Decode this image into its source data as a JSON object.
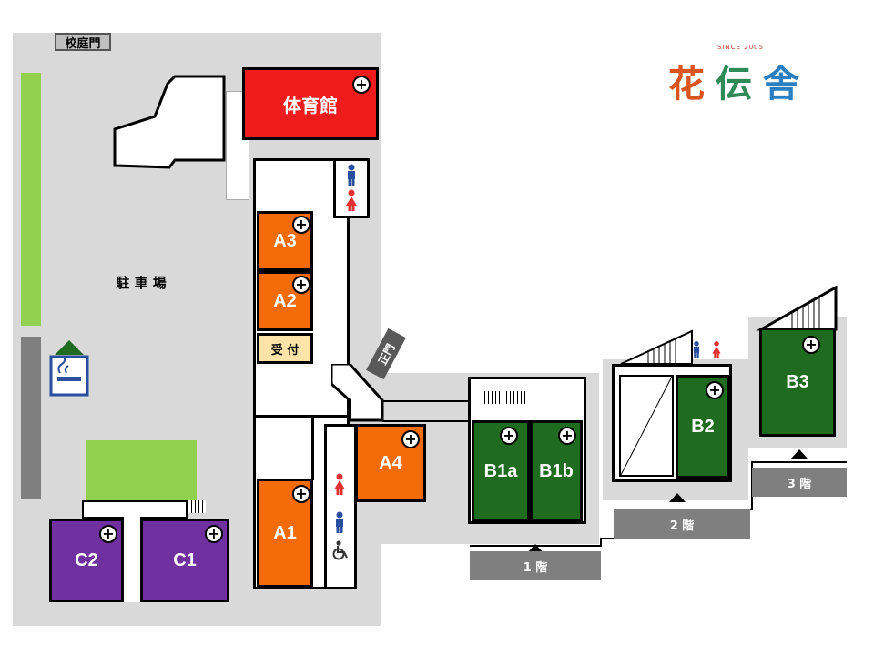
{
  "map": {
    "school_gate": "校庭門",
    "parking": "駐 車 場",
    "main_gate": "正門",
    "reception": "受 付",
    "gym": "体育館",
    "rooms": {
      "A1": "A1",
      "A2": "A2",
      "A3": "A3",
      "A4": "A4",
      "B1a": "B1a",
      "B1b": "B1b",
      "B2": "B2",
      "B3": "B3",
      "C1": "C1",
      "C2": "C2"
    },
    "floors": {
      "f1": "1 階",
      "f2": "2 階",
      "f3": "3 階"
    },
    "plus_symbol": "+",
    "colors": {
      "gym": "#ee1c1c",
      "a_rooms": "#f46b07",
      "b_rooms": "#1f6b1f",
      "c_rooms": "#7030a0",
      "reception": "#fde3a7",
      "lawn": "#92d050",
      "floor_label": "#7f7f7f",
      "site": "#d9d9d9"
    }
  },
  "logo": {
    "since": "SINCE 2005",
    "chars": [
      "花",
      "伝",
      "舎"
    ],
    "char_colors": [
      "#d9541e",
      "#2e8b57",
      "#2a7fc1"
    ]
  },
  "icons": {
    "toilet_male": "toilet-male-icon",
    "toilet_female": "toilet-female-icon",
    "wheelchair": "wheelchair-icon",
    "smoking": "smoking-area-icon"
  }
}
